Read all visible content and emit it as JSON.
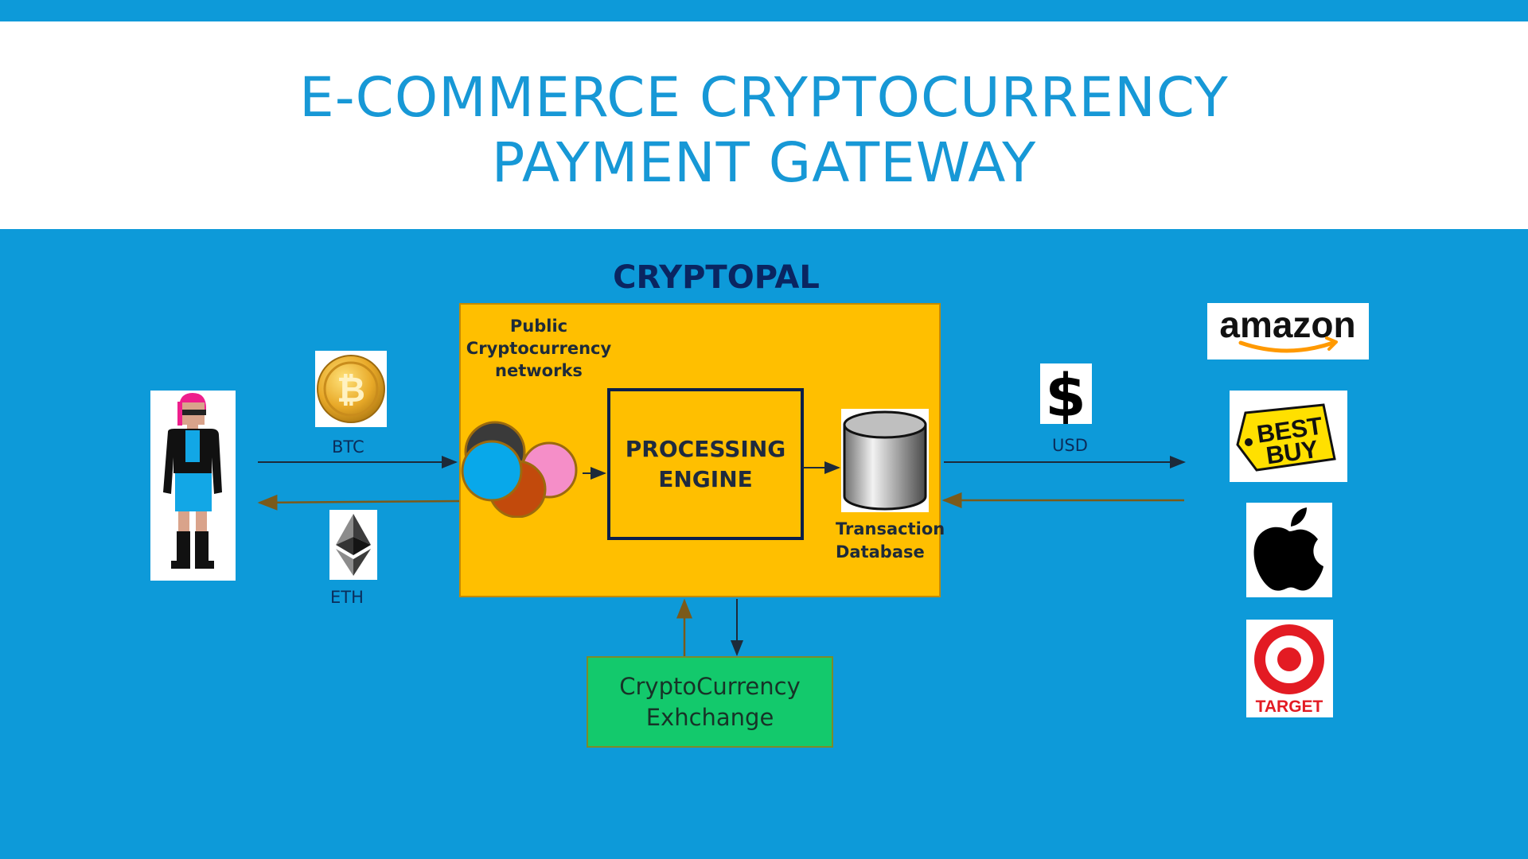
{
  "title": {
    "line1": "E-COMMERCE CRYPTOCURRENCY",
    "line2": "PAYMENT GATEWAY"
  },
  "brand": "CRYPTOPAL",
  "inputs": {
    "btc_label": "BTC",
    "eth_label": "ETH"
  },
  "cryptopal": {
    "networks_label": "Public Cryptocurrency networks",
    "engine_label": "PROCESSING ENGINE",
    "database_label": "Transaction Database"
  },
  "output": {
    "usd_label": "USD",
    "dollar_symbol": "$"
  },
  "exchange_label": "CryptoCurrency Exhchange",
  "merchants": [
    {
      "name": "amazon"
    },
    {
      "name_line1": "BEST",
      "name_line2": "BUY"
    },
    {
      "name": "apple"
    },
    {
      "name": "TARGET"
    }
  ],
  "colors": {
    "background": "#0d9ad9",
    "title": "#1798d6",
    "cryptopal_box": "#ffbf00",
    "exchange_box": "#13c96c",
    "engine_border": "#0b1f4a",
    "arrow_dark": "#1d2a3a",
    "arrow_brown": "#7a5a1a"
  },
  "icons": [
    "user-figure-icon",
    "bitcoin-icon",
    "ethereum-icon",
    "network-circles-icon",
    "database-cylinder-icon",
    "dollar-icon",
    "amazon-logo",
    "bestbuy-logo",
    "apple-logo",
    "target-logo"
  ]
}
